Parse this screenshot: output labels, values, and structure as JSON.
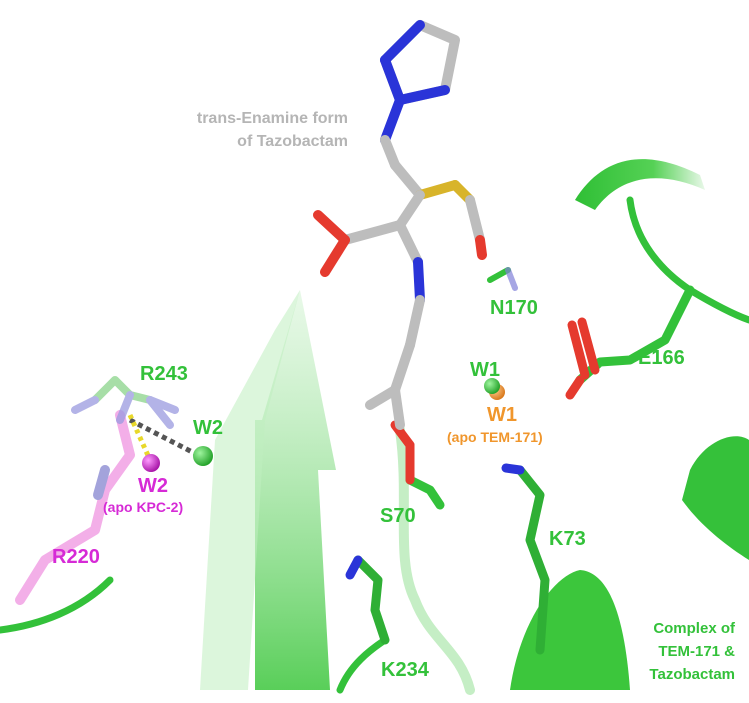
{
  "colors": {
    "protein_green": "#33c13a",
    "tazobactam_gray": "#bdbdbd",
    "kpc2_magenta": "#d62ad6",
    "tem171_orange": "#f0962c",
    "oxygen_red": "#e53a2e",
    "nitrogen_blue": "#2a34d8",
    "sulfur_yellow": "#d8b42a",
    "r220_pink": "#f2a6e6"
  },
  "labels": {
    "ligand_title_line1": "trans-Enamine form",
    "ligand_title_line2": "of Tazobactam",
    "n170": "N170",
    "e166": "E166",
    "w1_complex": "W1",
    "w1_apo": "W1",
    "w1_apo_sub": "(apo TEM-171)",
    "r243": "R243",
    "w2_complex": "W2",
    "w2_apo": "W2",
    "w2_apo_sub": "(apo KPC-2)",
    "r220": "R220",
    "s70": "S70",
    "k73": "K73",
    "k234": "K234",
    "complex_line1": "Complex of",
    "complex_line2": "TEM-171 &",
    "complex_line3": "Tazobactam"
  }
}
